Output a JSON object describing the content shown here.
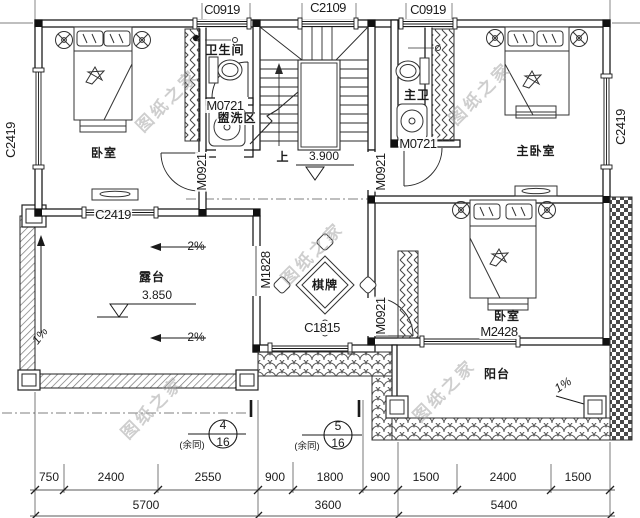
{
  "watermark": {
    "text": "图纸之家"
  },
  "top_windows": {
    "left": "C0919",
    "center": "C2109",
    "right": "C0919"
  },
  "side_windows": {
    "left": "C2419",
    "right": "C2419",
    "bedroom_bottom": "C2419",
    "game_room_bottom": "C1815"
  },
  "rooms": {
    "bedroom_left": "卧室",
    "bathroom": "卫生间",
    "wash_area": "盥洗区",
    "master_bath": "主卫",
    "master_bedroom": "主卧室",
    "terrace": "露台",
    "game_room": "棋牌",
    "bedroom_right": "卧室",
    "balcony": "阳台"
  },
  "doors": {
    "bath_door": "M0721",
    "hall_door_left": "M0921",
    "hall_door_right": "M0921",
    "master_bath_door": "M0721",
    "terrace_door": "M1828",
    "game_room_door": "M0921",
    "bedroom_window_door": "M2428"
  },
  "marks": {
    "up": "上",
    "stair_elevation": "3.900",
    "terrace_elevation": "3.850",
    "terrace_slope_top": "2%",
    "terrace_slope_bottom": "2%",
    "terrace_drain_slope": "1%",
    "balcony_slope": "1%"
  },
  "section_markers": {
    "left": {
      "number": "4",
      "sheet": "16",
      "note": "(余同)"
    },
    "right": {
      "number": "5",
      "sheet": "16",
      "note": "(余同)"
    }
  },
  "dimensions": {
    "segments": [
      "750",
      "2400",
      "2550",
      "900",
      "1800",
      "900",
      "1500",
      "2400",
      "1500"
    ],
    "totals": [
      "5700",
      "3600",
      "5400"
    ]
  }
}
